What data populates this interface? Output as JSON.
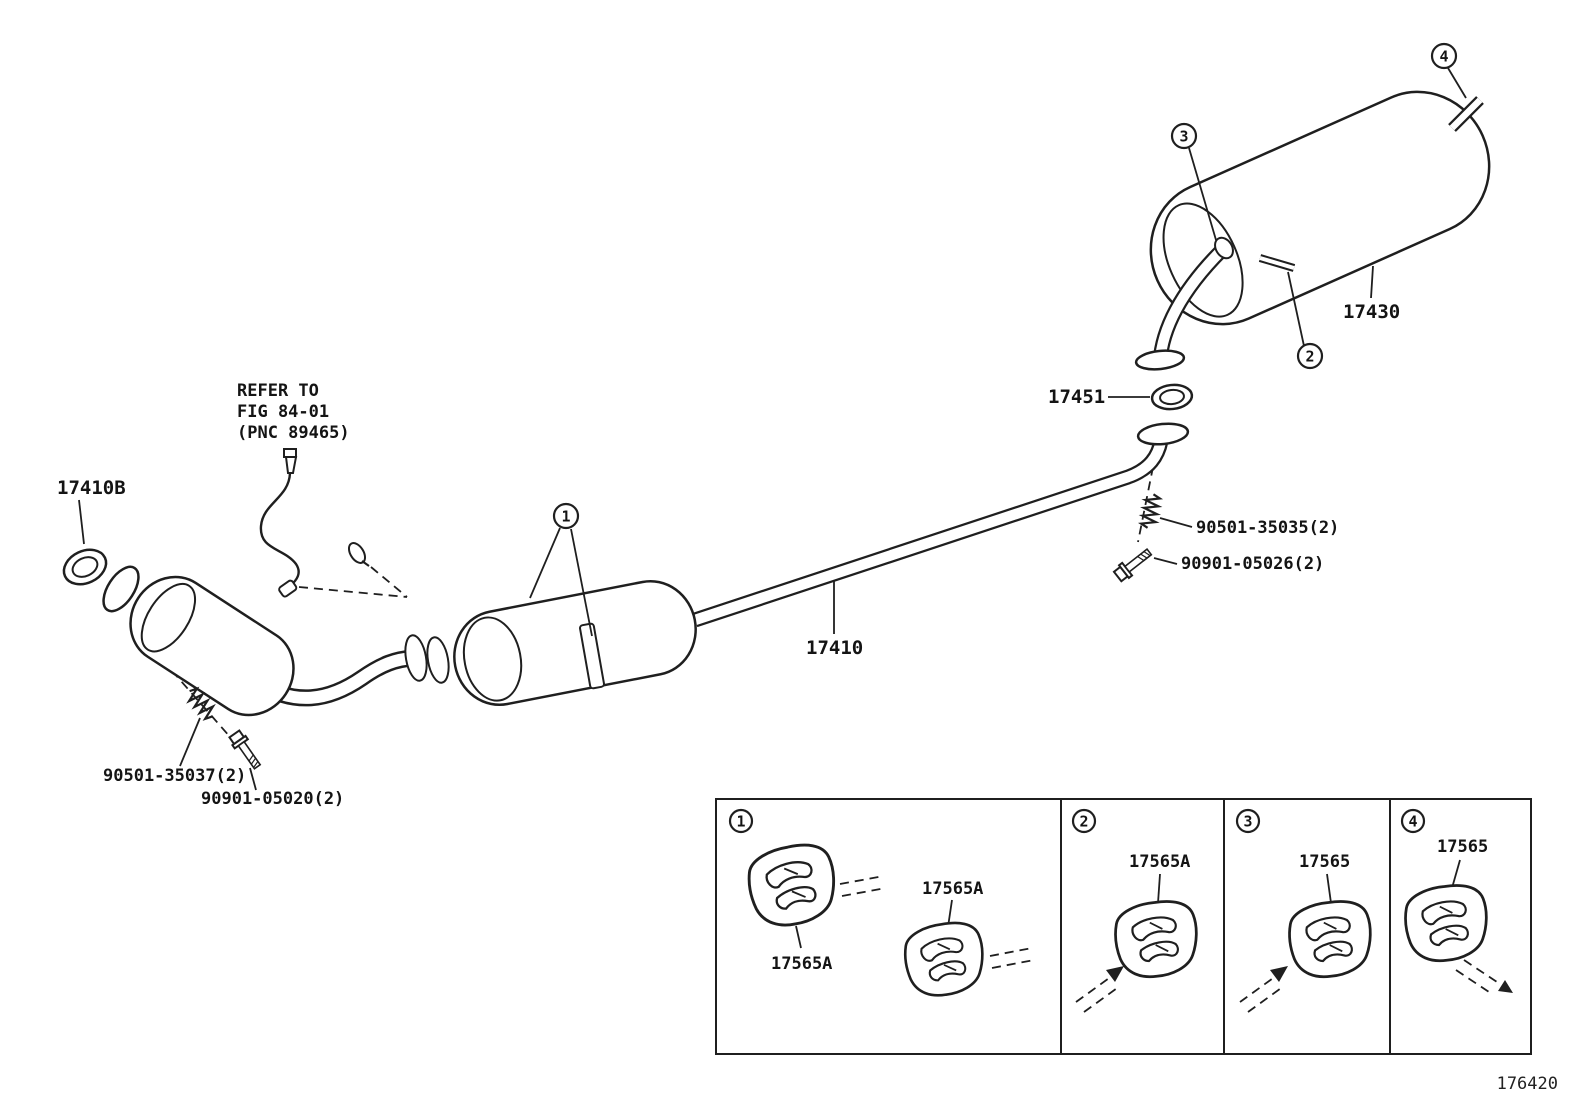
{
  "figure_number": "176420",
  "note": {
    "line1": "REFER TO",
    "line2": "FIG 84-01",
    "line3": "(PNC 89465)"
  },
  "parts": {
    "front_pipe_gasket": "17410B",
    "muffler_assembly": "17430",
    "exhaust_pipe_gasket": "17451",
    "center_exhaust_pipe": "17410",
    "spring_right": "90501-35035(2)",
    "bolt_right": "90901-05026(2)",
    "spring_left": "90501-35037(2)",
    "bolt_left": "90901-05020(2)"
  },
  "callouts": {
    "c1": "1",
    "c2": "2",
    "c3": "3",
    "c4": "4"
  },
  "legend": {
    "cell1": {
      "num": "1",
      "part_a": "17565A",
      "part_b": "17565A"
    },
    "cell2": {
      "num": "2",
      "part": "17565A"
    },
    "cell3": {
      "num": "3",
      "part": "17565"
    },
    "cell4": {
      "num": "4",
      "part": "17565"
    }
  }
}
